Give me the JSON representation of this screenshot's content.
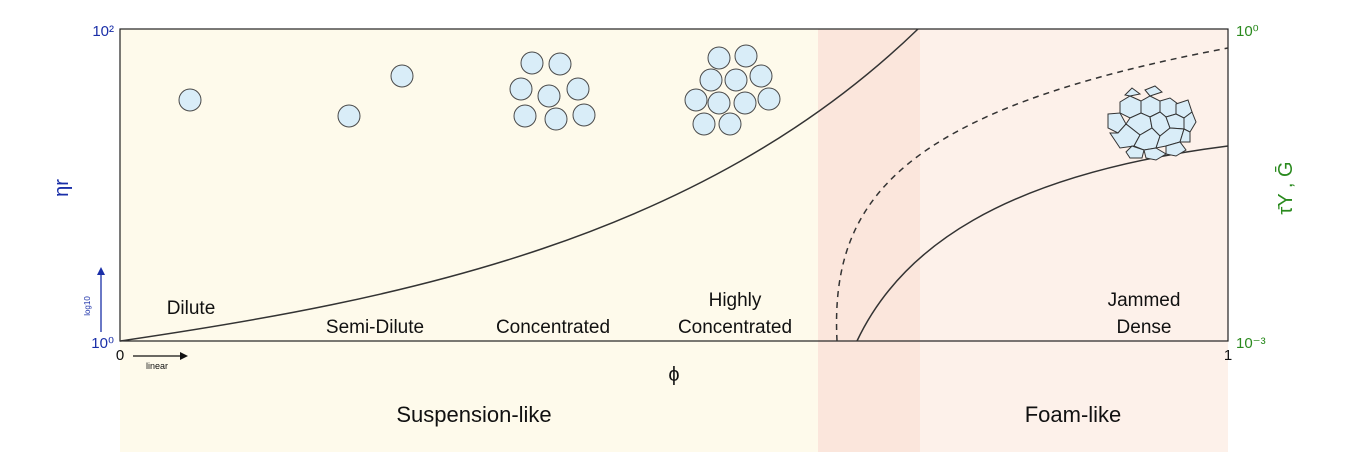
{
  "left_axis": {
    "label": "ηr",
    "top_tick": "10²",
    "bottom_tick": "10⁰",
    "scale_note": "log10",
    "color": "#1a2fa8"
  },
  "right_axis": {
    "label": "τ̄Y , Ḡ",
    "top_tick": "10⁰",
    "bottom_tick": "10⁻³",
    "color": "#2a8a1e"
  },
  "x_axis": {
    "label": "ϕ",
    "start_tick": "0",
    "end_tick": "1",
    "scale_note": "linear"
  },
  "regimes": [
    {
      "id": "dilute",
      "lines": [
        "Dilute"
      ]
    },
    {
      "id": "semi-dilute",
      "lines": [
        "Semi-Dilute"
      ]
    },
    {
      "id": "concentrated",
      "lines": [
        "Concentrated"
      ]
    },
    {
      "id": "highly-concentrated",
      "lines": [
        "Highly",
        "Concentrated"
      ]
    },
    {
      "id": "jammed-dense",
      "lines": [
        "Jammed",
        "Dense"
      ]
    }
  ],
  "zones": {
    "suspension": "Suspension-like",
    "foam": "Foam-like"
  },
  "colors": {
    "suspension_bg": "#fefaeb",
    "transition_bg": "#fbe6dc",
    "foam_bg": "#fdf1ea",
    "particle_fill": "#d9edf8",
    "particle_stroke": "#4a4a4a",
    "curve": "#333333"
  }
}
